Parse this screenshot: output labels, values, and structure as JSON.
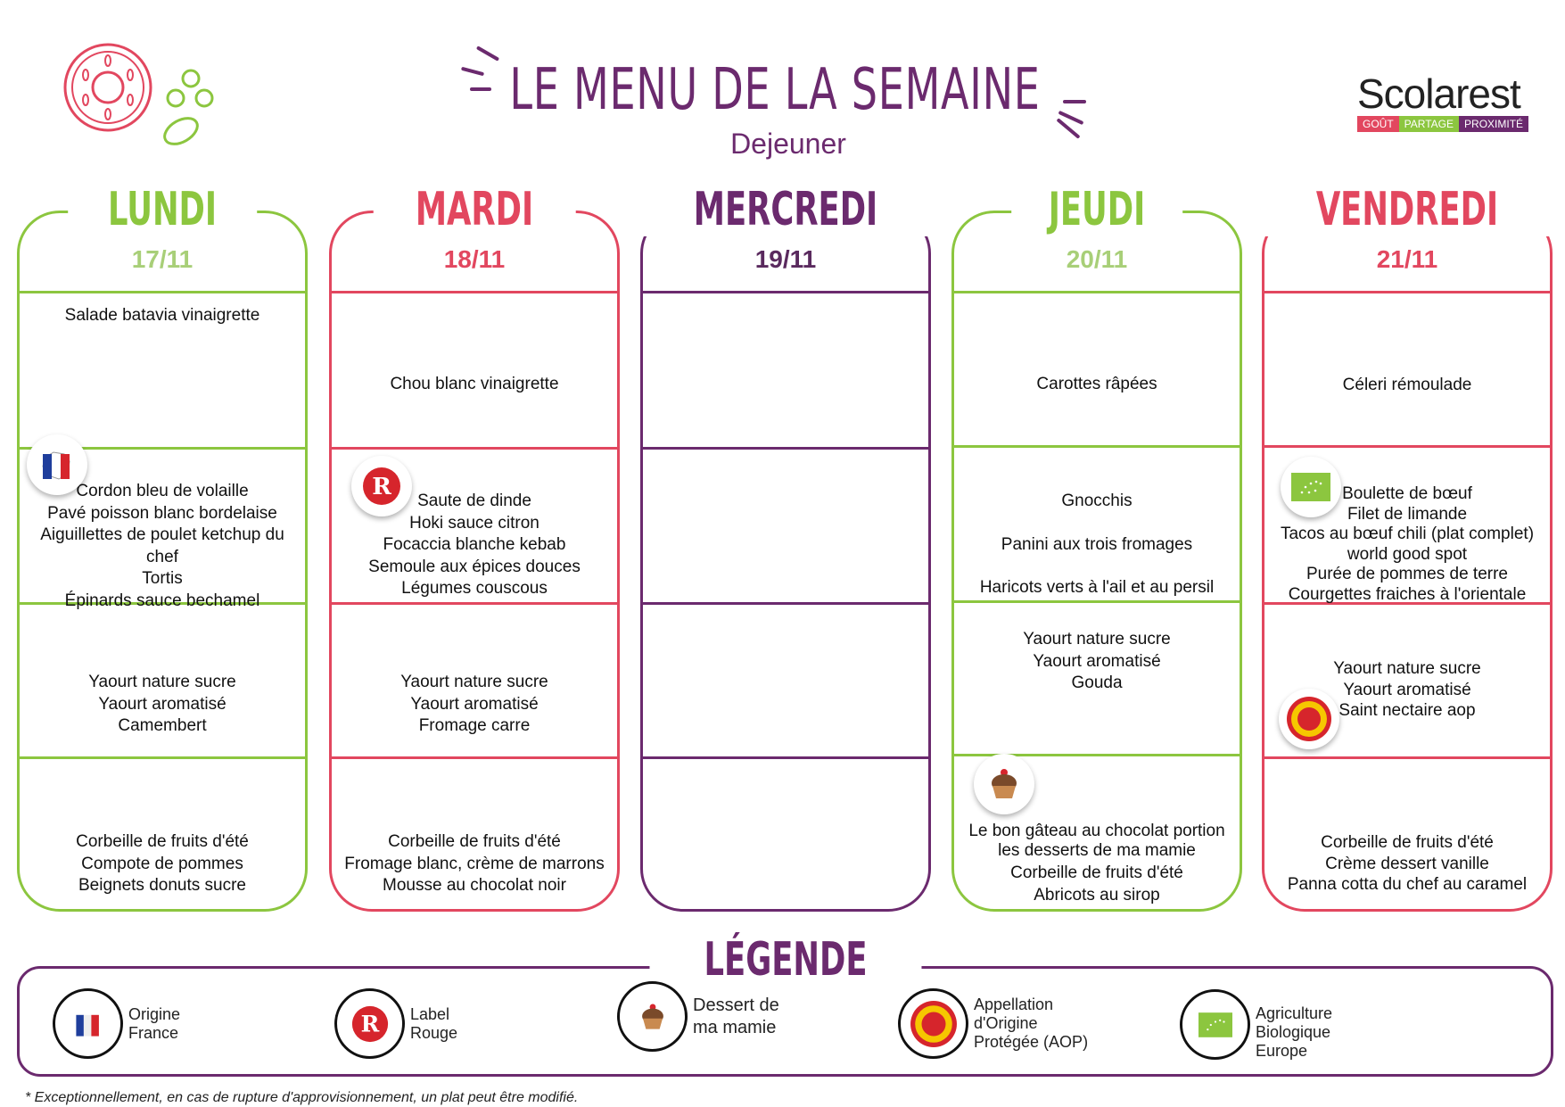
{
  "header": {
    "title": "LE MENU DE LA SEMAINE",
    "subtitle": "Dejeuner",
    "brand": {
      "name": "Scolarest",
      "tagline": [
        "GOÛT",
        "PARTAGE",
        "PROXIMITÉ"
      ]
    }
  },
  "colors": {
    "green": "#8cc63f",
    "pink": "#e2475f",
    "purple": "#6b2a6e"
  },
  "days": [
    {
      "name": "LUNDI",
      "date": "17/11",
      "color": "#8cc63f",
      "entree": [
        "Salade batavia vinaigrette"
      ],
      "plat": [
        "Cordon bleu de volaille",
        "Pavé poisson blanc bordelaise",
        "Aiguillettes de poulet ketchup du chef",
        "Tortis",
        "Épinards sauce bechamel"
      ],
      "laitage": [
        "Yaourt nature sucre",
        "Yaourt aromatisé",
        "Camembert"
      ],
      "dessert": [
        "Corbeille de fruits d'été",
        "Compote de pommes",
        "Beignets donuts sucre"
      ]
    },
    {
      "name": "MARDI",
      "date": "18/11",
      "color": "#e2475f",
      "entree": [
        "Chou blanc vinaigrette"
      ],
      "plat": [
        "Saute de dinde",
        "Hoki sauce citron",
        "Focaccia blanche kebab",
        "Semoule aux épices douces",
        "Légumes couscous"
      ],
      "laitage": [
        "Yaourt nature sucre",
        "Yaourt aromatisé",
        "Fromage carre"
      ],
      "dessert": [
        "Corbeille de fruits d'été",
        "Fromage blanc, crème de marrons",
        "Mousse au chocolat noir"
      ]
    },
    {
      "name": "MERCREDI",
      "date": "19/11",
      "color": "#6b2a6e"
    },
    {
      "name": "JEUDI",
      "date": "20/11",
      "color": "#8cc63f",
      "entree": [
        "Carottes râpées"
      ],
      "plat": [
        "Gnocchis",
        "Panini aux trois fromages",
        "Haricots verts à l'ail et au persil"
      ],
      "laitage": [
        "Yaourt nature sucre",
        "Yaourt aromatisé",
        "Gouda"
      ],
      "dessert": [
        "Le bon gâteau au chocolat portion les desserts de ma mamie",
        "Corbeille de fruits d'été",
        "Abricots au sirop"
      ]
    },
    {
      "name": "VENDREDI",
      "date": "21/11",
      "color": "#e2475f",
      "entree": [
        "Céleri rémoulade"
      ],
      "plat": [
        "Boulette de bœuf",
        "Filet de limande",
        "Tacos au bœuf chili (plat complet) world good spot",
        "Purée de pommes de terre",
        "Courgettes fraiches à l'orientale"
      ],
      "laitage": [
        "Yaourt nature sucre",
        "Yaourt aromatisé",
        "Saint nectaire aop"
      ],
      "dessert": [
        "Corbeille de fruits d'été",
        "Crème dessert vanille",
        "Panna cotta du chef au caramel"
      ]
    }
  ],
  "legend": {
    "title": "LÉGENDE",
    "items": [
      {
        "icon": "france-icon",
        "label": [
          "Origine",
          "France"
        ]
      },
      {
        "icon": "label-rouge-icon",
        "label": [
          "Label",
          "Rouge"
        ]
      },
      {
        "icon": "cupcake-icon",
        "label": [
          "Dessert de",
          "ma mamie"
        ]
      },
      {
        "icon": "aop-icon",
        "label": [
          "Appellation",
          "d'Origine",
          "Protégée (AOP)"
        ]
      },
      {
        "icon": "eu-organic-icon",
        "label": [
          "Agriculture",
          "Biologique",
          "Europe"
        ]
      }
    ]
  },
  "footnote": "* Exceptionnellement, en cas de rupture d'approvisionnement, un plat peut être modifié."
}
